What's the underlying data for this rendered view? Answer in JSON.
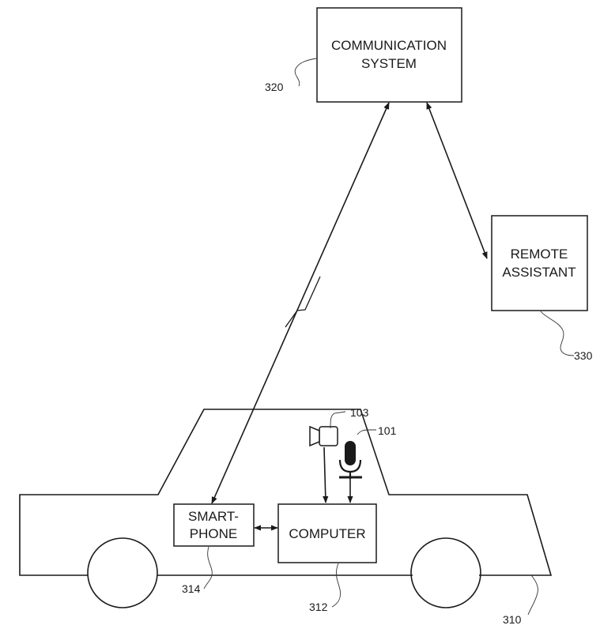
{
  "boxes": {
    "communication_system": {
      "line1": "COMMUNICATION",
      "line2": "SYSTEM"
    },
    "remote_assistant": {
      "line1": "REMOTE",
      "line2": "ASSISTANT"
    },
    "smartphone": {
      "line1": "SMART-",
      "line2": "PHONE"
    },
    "computer": {
      "line1": "COMPUTER"
    }
  },
  "reference_numerals": {
    "communication_system": "320",
    "remote_assistant": "330",
    "camera": "103",
    "vehicle_cabin": "101",
    "smartphone": "314",
    "computer": "312",
    "vehicle": "310"
  },
  "icons": [
    "camera-icon",
    "microphone-icon",
    "wireless-link-icon"
  ]
}
